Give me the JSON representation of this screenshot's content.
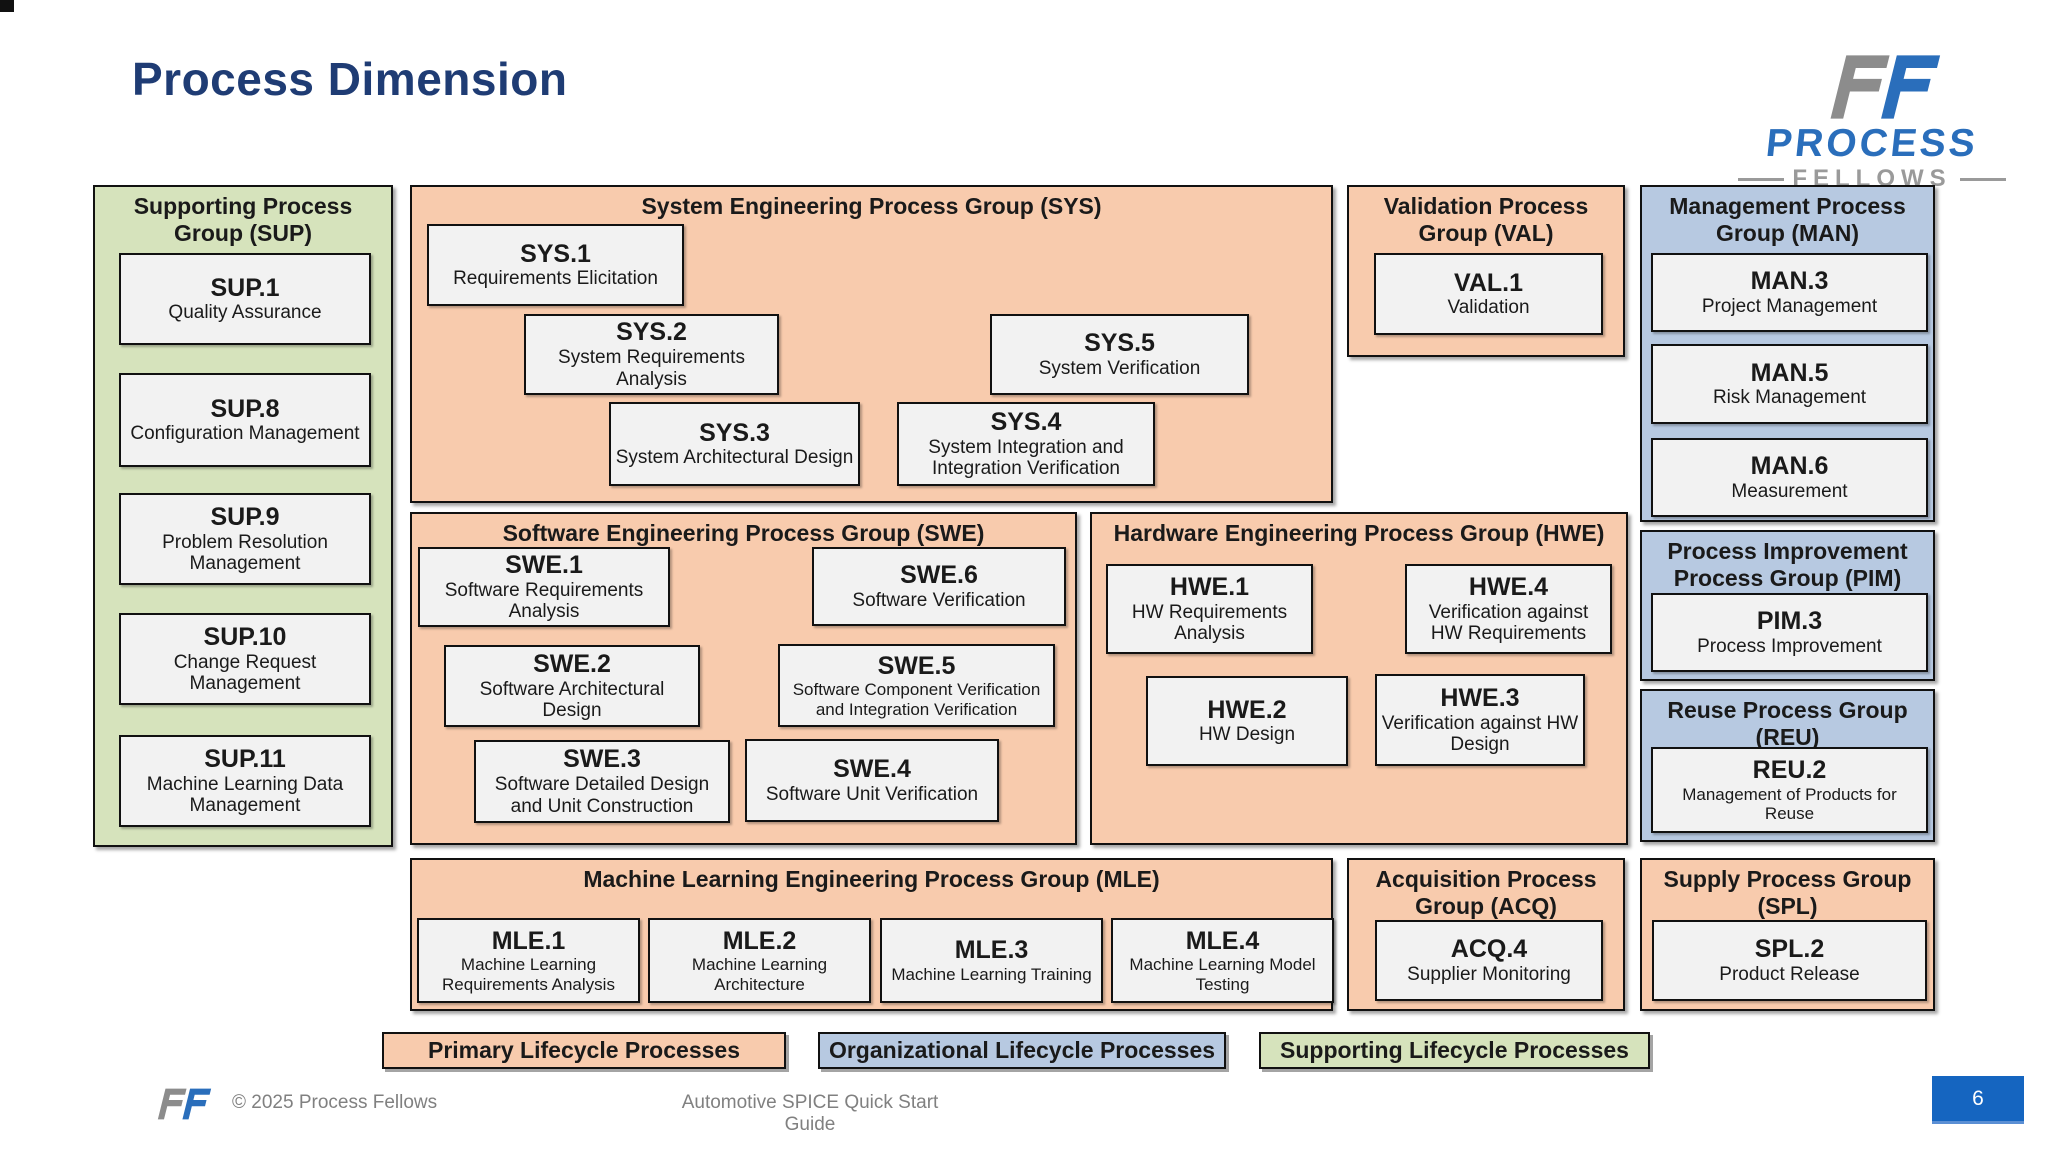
{
  "page": {
    "title": "Process Dimension"
  },
  "logo": {
    "process": "PROCESS",
    "fellows": "FELLOWS"
  },
  "colors": {
    "primary_lifecycle": "#f8cbad",
    "organizational_lifecycle": "#b7c9e1",
    "supporting_lifecycle": "#d6e3bc",
    "box_fill": "#f2f2f2",
    "title_text": "#1f3c74",
    "page_number_box": "#1565c0",
    "logo_blue": "#2a6ebb",
    "logo_gray": "#9a9a9a"
  },
  "groups": {
    "sup": {
      "title": "Supporting Process Group (SUP)",
      "items": [
        {
          "code": "SUP.1",
          "name": "Quality Assurance"
        },
        {
          "code": "SUP.8",
          "name": "Configuration Management"
        },
        {
          "code": "SUP.9",
          "name": "Problem Resolution Management"
        },
        {
          "code": "SUP.10",
          "name": "Change Request Management"
        },
        {
          "code": "SUP.11",
          "name": "Machine Learning Data Management"
        }
      ]
    },
    "sys": {
      "title": "System Engineering Process Group (SYS)",
      "items": [
        {
          "code": "SYS.1",
          "name": "Requirements Elicitation"
        },
        {
          "code": "SYS.2",
          "name": "System Requirements Analysis"
        },
        {
          "code": "SYS.3",
          "name": "System Architectural Design"
        },
        {
          "code": "SYS.4",
          "name": "System Integration and Integration Verification"
        },
        {
          "code": "SYS.5",
          "name": "System Verification"
        }
      ]
    },
    "val": {
      "title": "Validation Process Group (VAL)",
      "items": [
        {
          "code": "VAL.1",
          "name": "Validation"
        }
      ]
    },
    "man": {
      "title": "Management Process Group (MAN)",
      "items": [
        {
          "code": "MAN.3",
          "name": "Project Management"
        },
        {
          "code": "MAN.5",
          "name": "Risk Management"
        },
        {
          "code": "MAN.6",
          "name": "Measurement"
        }
      ]
    },
    "swe": {
      "title": "Software Engineering Process Group (SWE)",
      "items": [
        {
          "code": "SWE.1",
          "name": "Software Requirements Analysis"
        },
        {
          "code": "SWE.2",
          "name": "Software Architectural Design"
        },
        {
          "code": "SWE.3",
          "name": "Software Detailed Design and Unit Construction"
        },
        {
          "code": "SWE.4",
          "name": "Software Unit Verification"
        },
        {
          "code": "SWE.5",
          "name": "Software Component Verification and Integration Verification"
        },
        {
          "code": "SWE.6",
          "name": "Software Verification"
        }
      ]
    },
    "hwe": {
      "title": "Hardware Engineering Process Group (HWE)",
      "items": [
        {
          "code": "HWE.1",
          "name": "HW Requirements Analysis"
        },
        {
          "code": "HWE.2",
          "name": "HW Design"
        },
        {
          "code": "HWE.3",
          "name": "Verification against HW Design"
        },
        {
          "code": "HWE.4",
          "name": "Verification against HW Requirements"
        }
      ]
    },
    "pim": {
      "title": "Process Improvement Process Group (PIM)",
      "items": [
        {
          "code": "PIM.3",
          "name": "Process Improvement"
        }
      ]
    },
    "reu": {
      "title": "Reuse Process Group (REU)",
      "items": [
        {
          "code": "REU.2",
          "name": "Management of Products for Reuse"
        }
      ]
    },
    "mle": {
      "title": "Machine Learning Engineering Process Group (MLE)",
      "items": [
        {
          "code": "MLE.1",
          "name": "Machine Learning Requirements Analysis"
        },
        {
          "code": "MLE.2",
          "name": "Machine Learning Architecture"
        },
        {
          "code": "MLE.3",
          "name": "Machine Learning Training"
        },
        {
          "code": "MLE.4",
          "name": "Machine Learning Model Testing"
        }
      ]
    },
    "acq": {
      "title": "Acquisition Process Group (ACQ)",
      "items": [
        {
          "code": "ACQ.4",
          "name": "Supplier Monitoring"
        }
      ]
    },
    "spl": {
      "title": "Supply Process Group (SPL)",
      "items": [
        {
          "code": "SPL.2",
          "name": "Product Release"
        }
      ]
    }
  },
  "legend": {
    "items": [
      {
        "label": "Primary Lifecycle Processes"
      },
      {
        "label": "Organizational Lifecycle Processes"
      },
      {
        "label": "Supporting Lifecycle Processes"
      }
    ]
  },
  "footer": {
    "copyright": "© 2025 Process Fellows",
    "doc_title": "Automotive SPICE Quick Start Guide",
    "page_number": "6"
  }
}
